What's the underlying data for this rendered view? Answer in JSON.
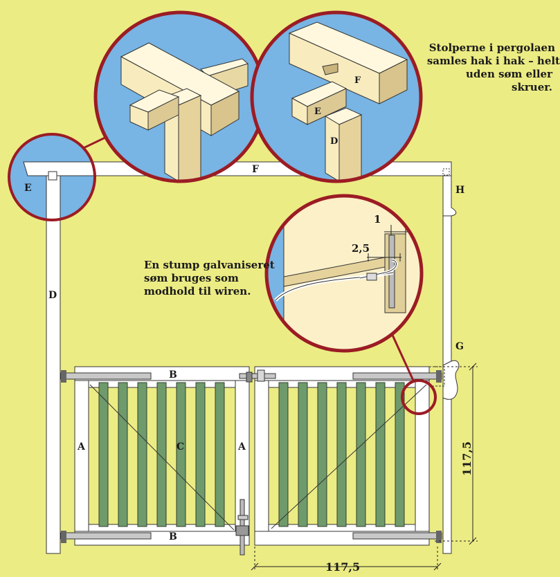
{
  "notes": {
    "pergola_line1": "Stolperne i pergolaen",
    "pergola_line2": "samles hak i hak – helt",
    "pergola_line3": "uden søm eller skruer.",
    "wire_line1": "En stump galvaniseret",
    "wire_line2": "søm bruges som",
    "wire_line3": "modhold til wiren."
  },
  "labels": {
    "A": "A",
    "B": "B",
    "C": "C",
    "D": "D",
    "E": "E",
    "F": "F",
    "G": "G",
    "H": "H"
  },
  "dimensions": {
    "height": "117,5",
    "width": "117,5",
    "detail_1": "1",
    "detail_2_5": "2,5"
  },
  "colors": {
    "background": "#ecec84",
    "sky": "#78b4e4",
    "wood": "#fbf0c8",
    "slat": "#6f9a6c",
    "frame": "#ffffff",
    "ring": "#9b1c24"
  }
}
